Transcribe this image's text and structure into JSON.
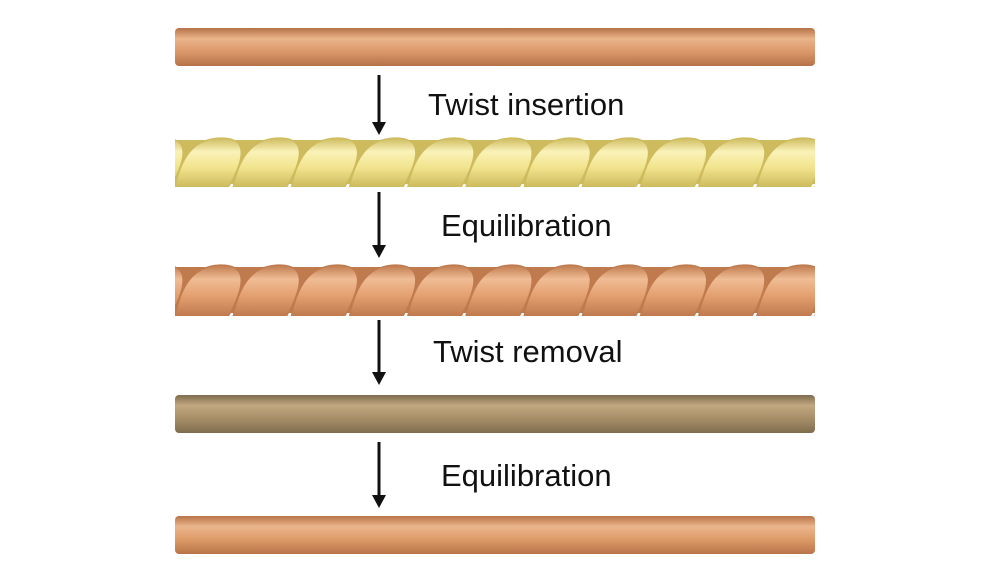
{
  "steps": [
    {
      "label": "Twist insertion"
    },
    {
      "label": "Equilibration"
    },
    {
      "label": "Twist removal"
    },
    {
      "label": "Equilibration"
    }
  ],
  "fibers": [
    {
      "state": "straight",
      "color": "#dc9a6c",
      "shade": "#b57248",
      "highlight": "#eab48a"
    },
    {
      "state": "twisted",
      "color": "#f2e48e",
      "shade": "#cdbb5e",
      "highlight": "#faf2b8",
      "pitches": 11
    },
    {
      "state": "twisted",
      "color": "#e4a070",
      "shade": "#bf7a4e",
      "highlight": "#f0bc94",
      "pitches": 11
    },
    {
      "state": "straight",
      "color": "#a9906a",
      "shade": "#7f6c4d",
      "highlight": "#c2a880"
    },
    {
      "state": "straight",
      "color": "#de9c6a",
      "shade": "#b87448",
      "highlight": "#ebb68c"
    }
  ],
  "colors": {
    "arrow": "#111111",
    "text": "#111111",
    "background": "#ffffff"
  }
}
